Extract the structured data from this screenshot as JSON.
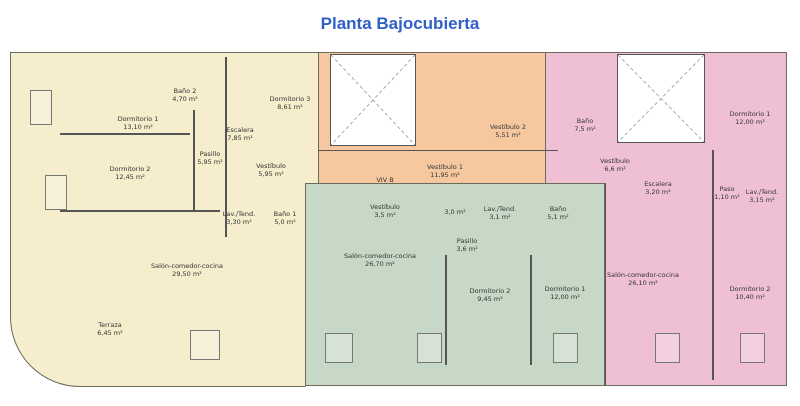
{
  "title": "Planta Bajocubierta",
  "colors": {
    "unit_a": "#f6edcc",
    "core": "#f5c8a0",
    "unit_b": "#c8d8c6",
    "unit_c": "#efc0d4",
    "title": "#2f5fc7"
  },
  "rooms": [
    {
      "name": "Dormitorio 1",
      "area": "13,10 m²"
    },
    {
      "name": "Baño 2",
      "area": "4,70 m²"
    },
    {
      "name": "Dormitorio 3",
      "area": "8,61 m²"
    },
    {
      "name": "Escalera",
      "area": "7,85 m²"
    },
    {
      "name": "Pasillo",
      "area": "5,95 m²"
    },
    {
      "name": "Vestíbulo",
      "area": "5,95 m²"
    },
    {
      "name": "Dormitorio 2",
      "area": "12,45 m²"
    },
    {
      "name": "Lav./Tend.",
      "area": "3,30 m²"
    },
    {
      "name": "Baño 1",
      "area": "5,0 m²"
    },
    {
      "name": "Salón-comedor-cocina",
      "area": "29,50 m²"
    },
    {
      "name": "Terraza",
      "area": "6,45 m²"
    },
    {
      "name": "Vestíbulo 2",
      "area": "5,51 m²"
    },
    {
      "name": "Vestíbulo 1",
      "area": "11,95 m²"
    },
    {
      "name": "VIV B",
      "area": ""
    },
    {
      "name": "Vestíbulo",
      "area": "3,5 m²"
    },
    {
      "name": "",
      "area": "3,0 m²"
    },
    {
      "name": "Lav./Tend.",
      "area": "3,1 m²"
    },
    {
      "name": "Baño",
      "area": "5,1 m²"
    },
    {
      "name": "Pasillo",
      "area": "3,6 m²"
    },
    {
      "name": "Salón-comedor-cocina",
      "area": "26,70 m²"
    },
    {
      "name": "Dormitorio 2",
      "area": "9,45 m²"
    },
    {
      "name": "Dormitorio 1",
      "area": "12,00 m²"
    },
    {
      "name": "Baño",
      "area": "7,5 m²"
    },
    {
      "name": "Vestíbulo",
      "area": "6,6 m²"
    },
    {
      "name": "Escalera",
      "area": "3,20 m²"
    },
    {
      "name": "Dormitorio 1",
      "area": "12,00 m²"
    },
    {
      "name": "Paso",
      "area": "1,10 m²"
    },
    {
      "name": "Lav./Tend.",
      "area": "3,15 m²"
    },
    {
      "name": "Salón-comedor-cocina",
      "area": "26,10 m²"
    },
    {
      "name": "Dormitorio 2",
      "area": "10,40 m²"
    }
  ]
}
